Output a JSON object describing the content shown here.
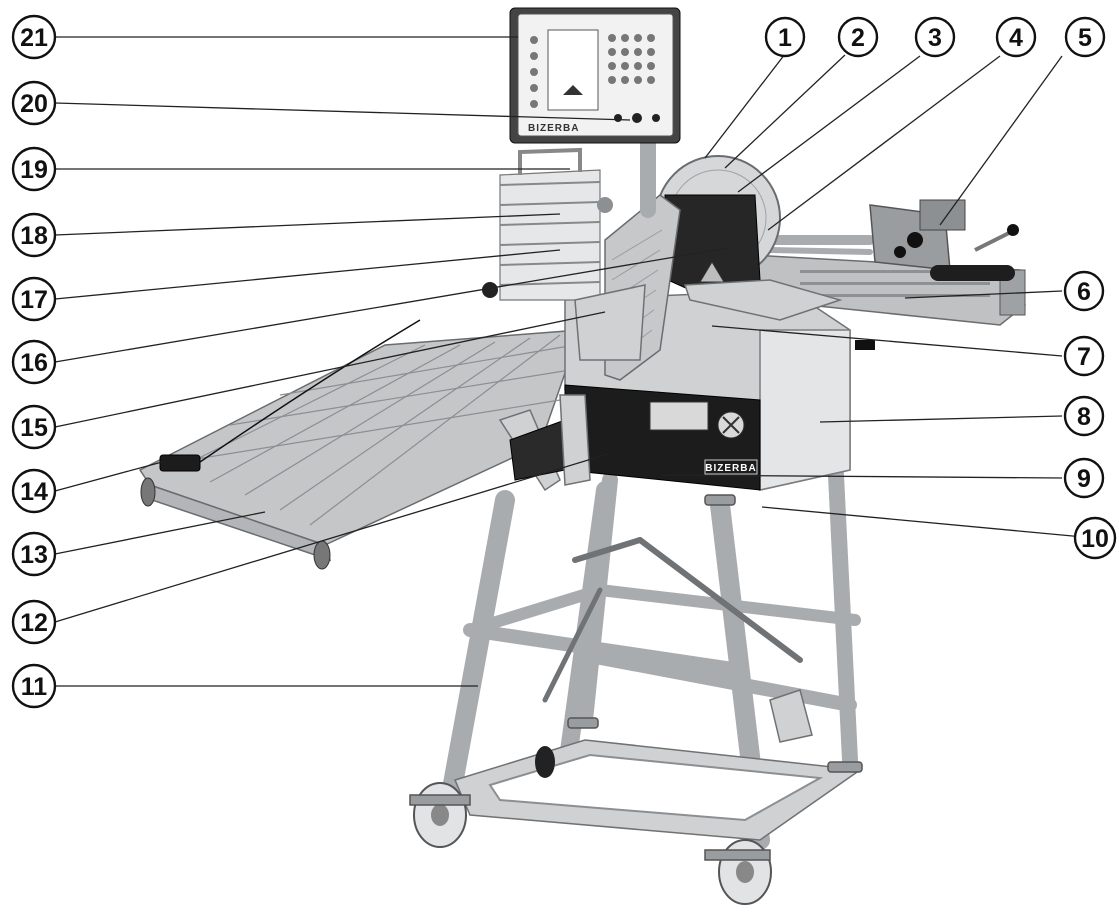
{
  "brand": {
    "panel_logo": "BIZERBA",
    "housing_logo": "BIZERBA"
  },
  "callouts": [
    {
      "id": "1"
    },
    {
      "id": "2"
    },
    {
      "id": "3"
    },
    {
      "id": "4"
    },
    {
      "id": "5"
    },
    {
      "id": "6"
    },
    {
      "id": "7"
    },
    {
      "id": "8"
    },
    {
      "id": "9"
    },
    {
      "id": "10"
    },
    {
      "id": "11"
    },
    {
      "id": "12"
    },
    {
      "id": "13"
    },
    {
      "id": "14"
    },
    {
      "id": "15"
    },
    {
      "id": "16"
    },
    {
      "id": "17"
    },
    {
      "id": "18"
    },
    {
      "id": "19"
    },
    {
      "id": "20"
    },
    {
      "id": "21"
    }
  ]
}
